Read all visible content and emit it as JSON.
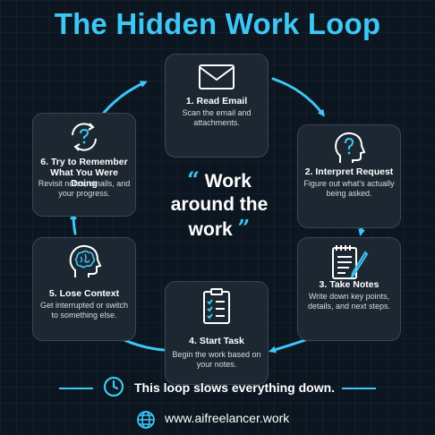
{
  "title": "The Hidden Work Loop",
  "steps": [
    {
      "title": "1. Read Email",
      "desc": "Scan the email and attachments.",
      "icon": "envelope-icon"
    },
    {
      "title": "2. Interpret Request",
      "desc": "Figure out what's actually being asked.",
      "icon": "head-question-icon"
    },
    {
      "title": "3. Take Notes",
      "desc": "Write down key points, details, and next steps.",
      "icon": "notepad-pen-icon"
    },
    {
      "title": "4. Start Task",
      "desc": "Begin the work based on your notes.",
      "icon": "clipboard-checklist-icon"
    },
    {
      "title": "5. Lose Context",
      "desc": "Get interrupted or switch to something else.",
      "icon": "head-brain-icon"
    },
    {
      "title": "6. Try to Remember What You Were Doing",
      "desc": "Revisit notes, emails, and your progress.",
      "icon": "cycle-question-icon"
    }
  ],
  "center": {
    "line1": "Work",
    "line2": "around the",
    "line3": "work"
  },
  "footer": {
    "tagline": "This loop slows everything down.",
    "url": "www.aifreelancer.work"
  },
  "colors": {
    "accent": "#3ec6f5",
    "background": "#0b1620",
    "card": "#1c2731"
  }
}
